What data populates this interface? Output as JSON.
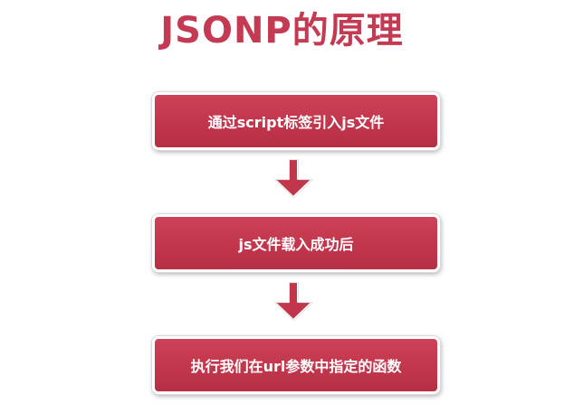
{
  "title": "JSONP的原理",
  "steps": [
    {
      "label": "通过script标签引入js文件"
    },
    {
      "label": "js文件载入成功后"
    },
    {
      "label": "执行我们在url参数中指定的函数"
    }
  ],
  "colors": {
    "title": "#c43a52",
    "box_fill": "#c2364c",
    "arrow_fill": "#c2364c",
    "text": "#ffffff"
  },
  "icons": [
    "arrow-down-icon",
    "arrow-down-icon"
  ]
}
